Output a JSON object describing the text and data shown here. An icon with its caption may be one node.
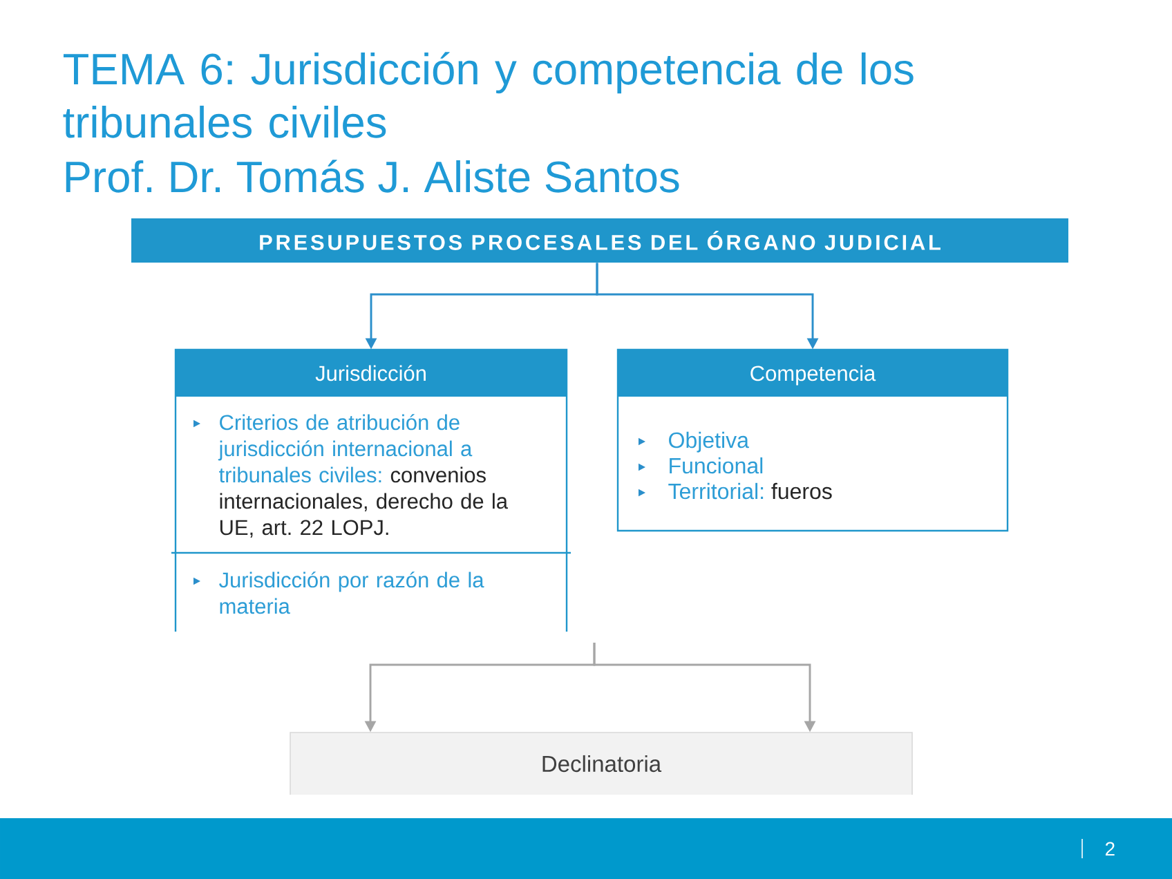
{
  "diagram": {
    "title": "TEMA 6: Jurisdicción y competencia de los tribunales civiles",
    "nodes": [
      {
        "text": [
          "PRESUPUESTOS PROCESALES DEL ÓRGANO JUDICIAL"
        ]
      },
      {
        "text": [
          "Jurisdicción"
        ]
      },
      {
        "text": [
          "Criterios de atribución de jurisdicción internacional a tribunales civiles:",
          "convenios internacionales, derecho de la UE, art. 22 LOPJ."
        ],
        "in": 1
      },
      {
        "text": [
          "Jurisdicción por razón de la materia"
        ],
        "in": 1
      },
      {
        "text": [
          "Competencia",
          "Objetiva",
          "Funcional",
          "Territorial:",
          "fueros"
        ]
      },
      {
        "text": [
          "Declinatoria"
        ]
      }
    ],
    "edges": [
      {
        "from": 0,
        "to": 1,
        "arrow": "to"
      },
      {
        "from": 0,
        "to": 4,
        "arrow": "to"
      },
      {
        "from": null,
        "to": 5,
        "arrow": "to",
        "color": "#a6a6a6"
      },
      {
        "from": null,
        "to": 5,
        "arrow": "to",
        "color": "#a6a6a6"
      }
    ],
    "labels": [
      "Prof. Dr. Tomás J. Aliste Santos",
      "2"
    ]
  }
}
